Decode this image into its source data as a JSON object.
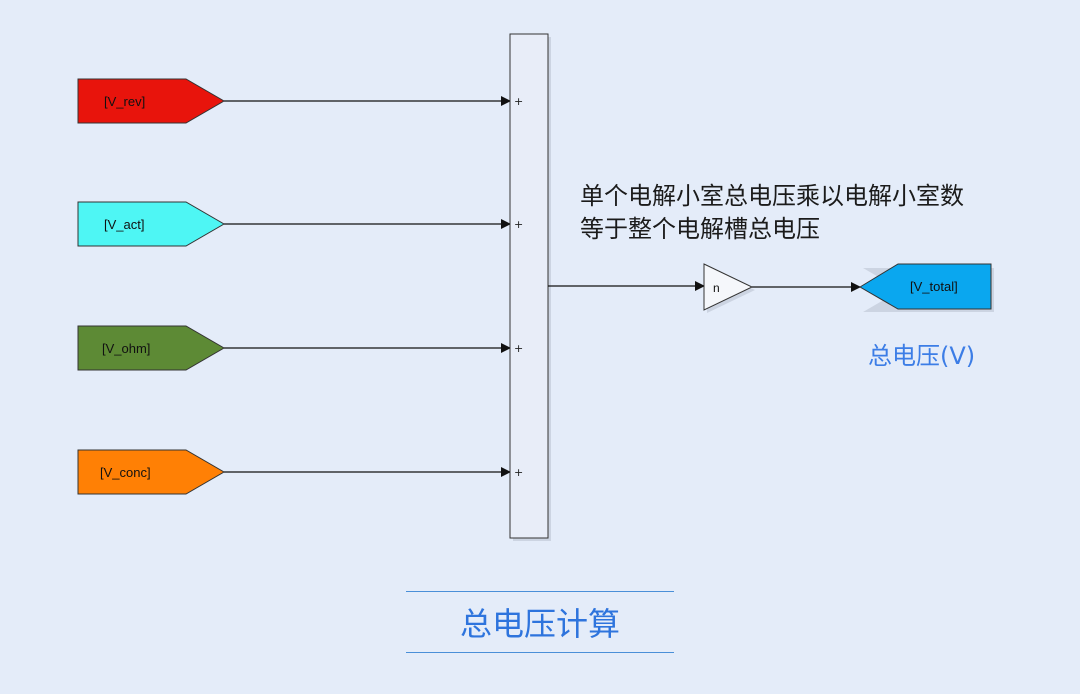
{
  "inputs": [
    {
      "tag": "[V_rev]",
      "color": "#e8140c"
    },
    {
      "tag": "[V_act]",
      "color": "#4ef6f4"
    },
    {
      "tag": "[V_ohm]",
      "color": "#5d8a35"
    },
    {
      "tag": "[V_conc]",
      "color": "#ff8005"
    }
  ],
  "sum_signs": [
    "+",
    "+",
    "+",
    "+"
  ],
  "gain": {
    "label": "n"
  },
  "output": {
    "tag": "[V_total]",
    "color": "#0aa7ef",
    "caption": "总电压(V)"
  },
  "note": {
    "line1": "单个电解小室总电压乘以电解小室数",
    "line2": "等于整个电解槽总电压"
  },
  "title": "总电压计算"
}
